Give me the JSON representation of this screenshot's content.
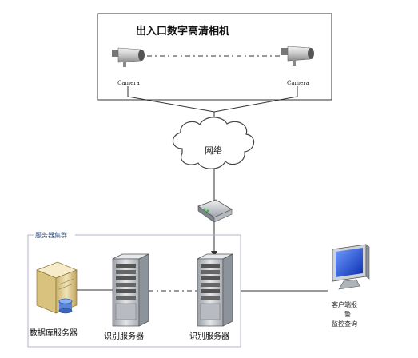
{
  "camera_box": {
    "title": "出入口数字高清相机",
    "camera_left_label": "Camera",
    "camera_right_label": "Camera"
  },
  "network": {
    "label": "网络"
  },
  "server_cluster": {
    "title": "服务器集群",
    "db_server_label": "数据库服务器",
    "recog_server_1_label": "识别服务器",
    "recog_server_2_label": "识别服务器"
  },
  "client": {
    "label_line1": "客户端报",
    "label_line2": "警",
    "label_line3": "监控查询"
  },
  "colors": {
    "line": "#333333",
    "cloud_stroke": "#444444",
    "cluster_border": "#b0b8c4",
    "cluster_title": "#3a5a8c",
    "monitor_screen": "#1c4fd6",
    "server_body": "#c9ccd1",
    "db_body": "#e8d7a0"
  }
}
